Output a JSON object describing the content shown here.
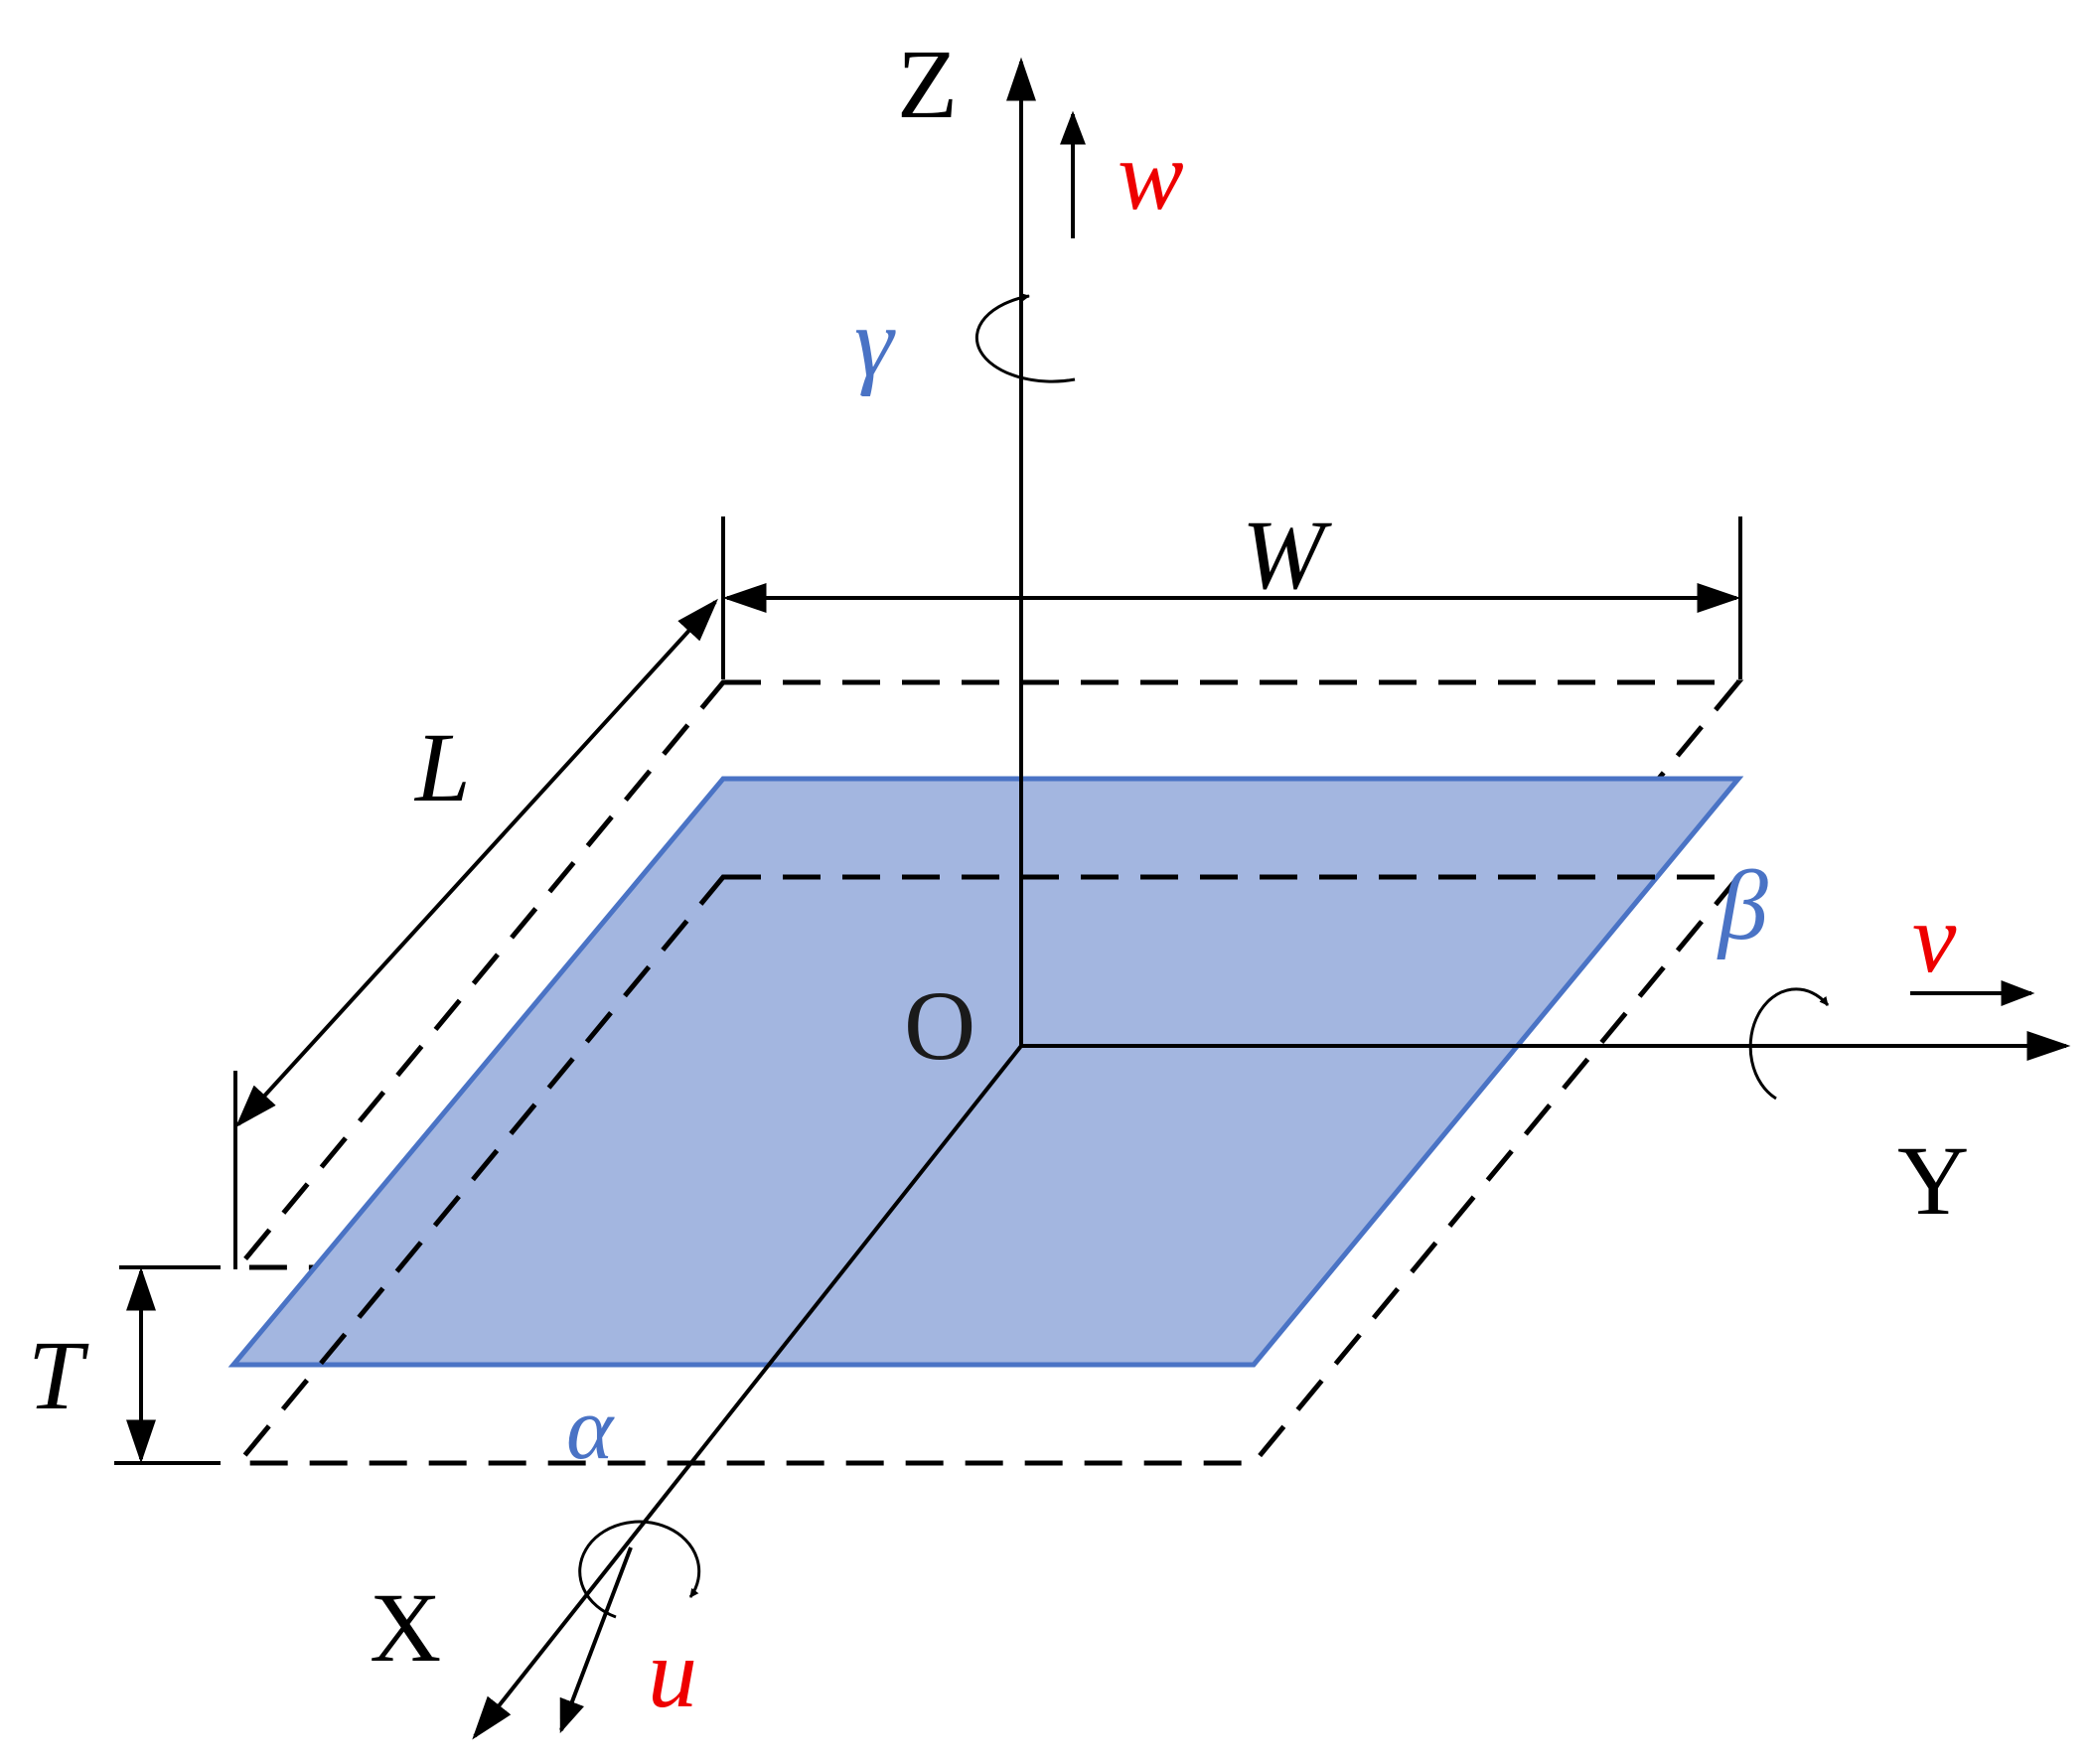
{
  "axes": {
    "x": "X",
    "y": "Y",
    "z": "Z",
    "origin": "O"
  },
  "translations": {
    "u": "u",
    "v": "v",
    "w": "w"
  },
  "rotations": {
    "alpha": "α",
    "beta": "β",
    "gamma": "γ"
  },
  "dimensions": {
    "length": "L",
    "width": "W",
    "thickness": "T"
  },
  "colors": {
    "plate_fill": "#a3b6e0",
    "plate_edge": "#4a73c5",
    "rotation_label": "#4a73c5",
    "translation_label": "#ee0000",
    "line": "#000000",
    "axis_label": "#000000"
  }
}
